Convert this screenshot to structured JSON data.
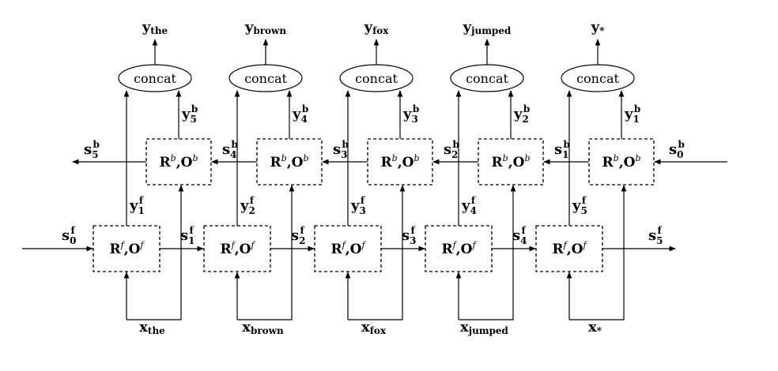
{
  "columns": [
    {
      "x_word": "the",
      "y_word": "the",
      "concat": "concat",
      "rb": "R",
      "rb_sup": "b",
      "ob": "O",
      "ob_sup": "b",
      "rf": "R",
      "rf_sup": "f",
      "of": "O",
      "of_sup": "f",
      "yb_base": "y",
      "yb_sub": "5",
      "yb_sup": "b",
      "yf_base": "y",
      "yf_sub": "1",
      "yf_sup": "f",
      "sb_base": "s",
      "sb_sub": "5",
      "sb_sup": "b",
      "sf_base": "s",
      "sf_sub": "0",
      "sf_sup": "f"
    },
    {
      "x_word": "brown",
      "y_word": "brown",
      "concat": "concat",
      "rb": "R",
      "rb_sup": "b",
      "ob": "O",
      "ob_sup": "b",
      "rf": "R",
      "rf_sup": "f",
      "of": "O",
      "of_sup": "f",
      "yb_base": "y",
      "yb_sub": "4",
      "yb_sup": "b",
      "yf_base": "y",
      "yf_sub": "2",
      "yf_sup": "f",
      "sb_base": "s",
      "sb_sub": "4",
      "sb_sup": "b",
      "sf_base": "s",
      "sf_sub": "1",
      "sf_sup": "f"
    },
    {
      "x_word": "fox",
      "y_word": "fox",
      "concat": "concat",
      "rb": "R",
      "rb_sup": "b",
      "ob": "O",
      "ob_sup": "b",
      "rf": "R",
      "rf_sup": "f",
      "of": "O",
      "of_sup": "f",
      "yb_base": "y",
      "yb_sub": "3",
      "yb_sup": "b",
      "yf_base": "y",
      "yf_sub": "3",
      "yf_sup": "f",
      "sb_base": "s",
      "sb_sub": "3",
      "sb_sup": "b",
      "sf_base": "s",
      "sf_sub": "2",
      "sf_sup": "f"
    },
    {
      "x_word": "jumped",
      "y_word": "jumped",
      "concat": "concat",
      "rb": "R",
      "rb_sup": "b",
      "ob": "O",
      "ob_sup": "b",
      "rf": "R",
      "rf_sup": "f",
      "of": "O",
      "of_sup": "f",
      "yb_base": "y",
      "yb_sub": "2",
      "yb_sup": "b",
      "yf_base": "y",
      "yf_sub": "4",
      "yf_sup": "f",
      "sb_base": "s",
      "sb_sub": "2",
      "sb_sup": "b",
      "sf_base": "s",
      "sf_sub": "3",
      "sf_sup": "f"
    },
    {
      "x_word": "*",
      "y_word": "*",
      "concat": "concat",
      "rb": "R",
      "rb_sup": "b",
      "ob": "O",
      "ob_sup": "b",
      "rf": "R",
      "rf_sup": "f",
      "of": "O",
      "of_sup": "f",
      "yb_base": "y",
      "yb_sub": "1",
      "yb_sup": "b",
      "yf_base": "y",
      "yf_sub": "5",
      "yf_sup": "f",
      "sb_base": "s",
      "sb_sub": "1",
      "sb_sup": "b",
      "sf_base": "s",
      "sf_sub": "4",
      "sf_sup": "f"
    }
  ],
  "end_labels": {
    "sb_right": {
      "base": "s",
      "sub": "0",
      "sup": "b"
    },
    "sf_right": {
      "base": "s",
      "sub": "5",
      "sup": "f"
    }
  },
  "letters": {
    "x": "x",
    "y": "y"
  }
}
